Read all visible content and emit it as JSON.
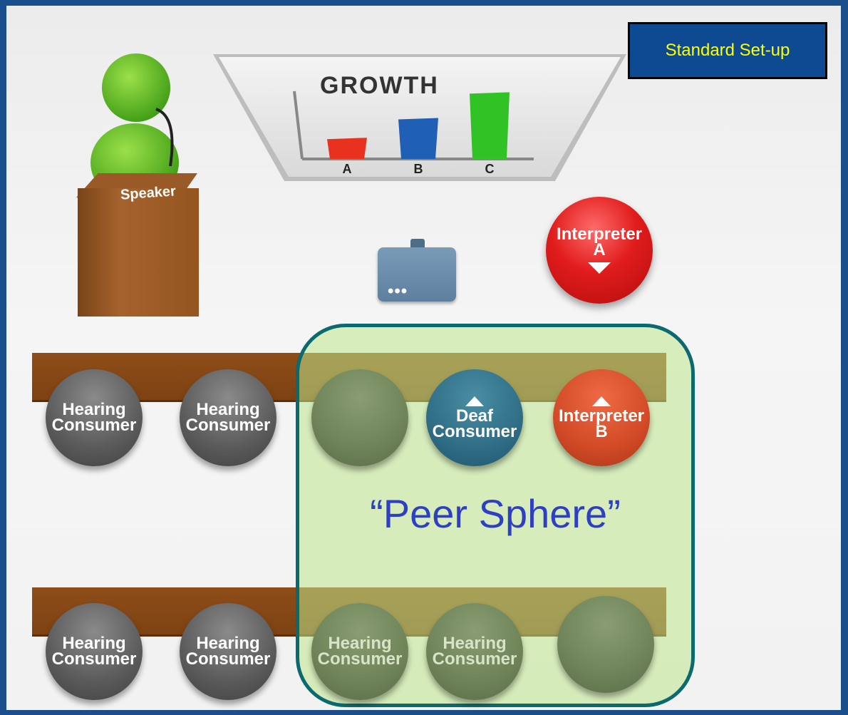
{
  "badge": {
    "label": "Standard Set-up"
  },
  "chart_data": {
    "type": "bar",
    "title": "GROWTH",
    "categories": [
      "A",
      "B",
      "C"
    ],
    "values": [
      1,
      2,
      3.3
    ],
    "colors": [
      "#e8321f",
      "#1f5fb5",
      "#31c225"
    ],
    "ylim": [
      0,
      3.6
    ]
  },
  "speaker": {
    "podium_label": "Speaker"
  },
  "interpreter_a": {
    "line1": "Interpreter",
    "line2": "A"
  },
  "projector": {
    "dots": "•••"
  },
  "row1": [
    {
      "label1": "Hearing",
      "label2": "Consumer",
      "style": "gray"
    },
    {
      "label1": "Hearing",
      "label2": "Consumer",
      "style": "gray"
    },
    {
      "label1": "",
      "label2": "",
      "style": "green"
    },
    {
      "label1": "Deaf",
      "label2": "Consumer",
      "style": "teal"
    },
    {
      "label1": "Interpreter",
      "label2": "B",
      "style": "orange"
    }
  ],
  "row2": [
    {
      "label1": "Hearing",
      "label2": "Consumer",
      "style": "gray"
    },
    {
      "label1": "Hearing",
      "label2": "Consumer",
      "style": "gray"
    },
    {
      "label1": "Hearing",
      "label2": "Consumer",
      "style": "green"
    },
    {
      "label1": "Hearing",
      "label2": "Consumer",
      "style": "green"
    },
    {
      "label1": "",
      "label2": "",
      "style": "green"
    }
  ],
  "peer_sphere": {
    "label": "“Peer Sphere”"
  }
}
